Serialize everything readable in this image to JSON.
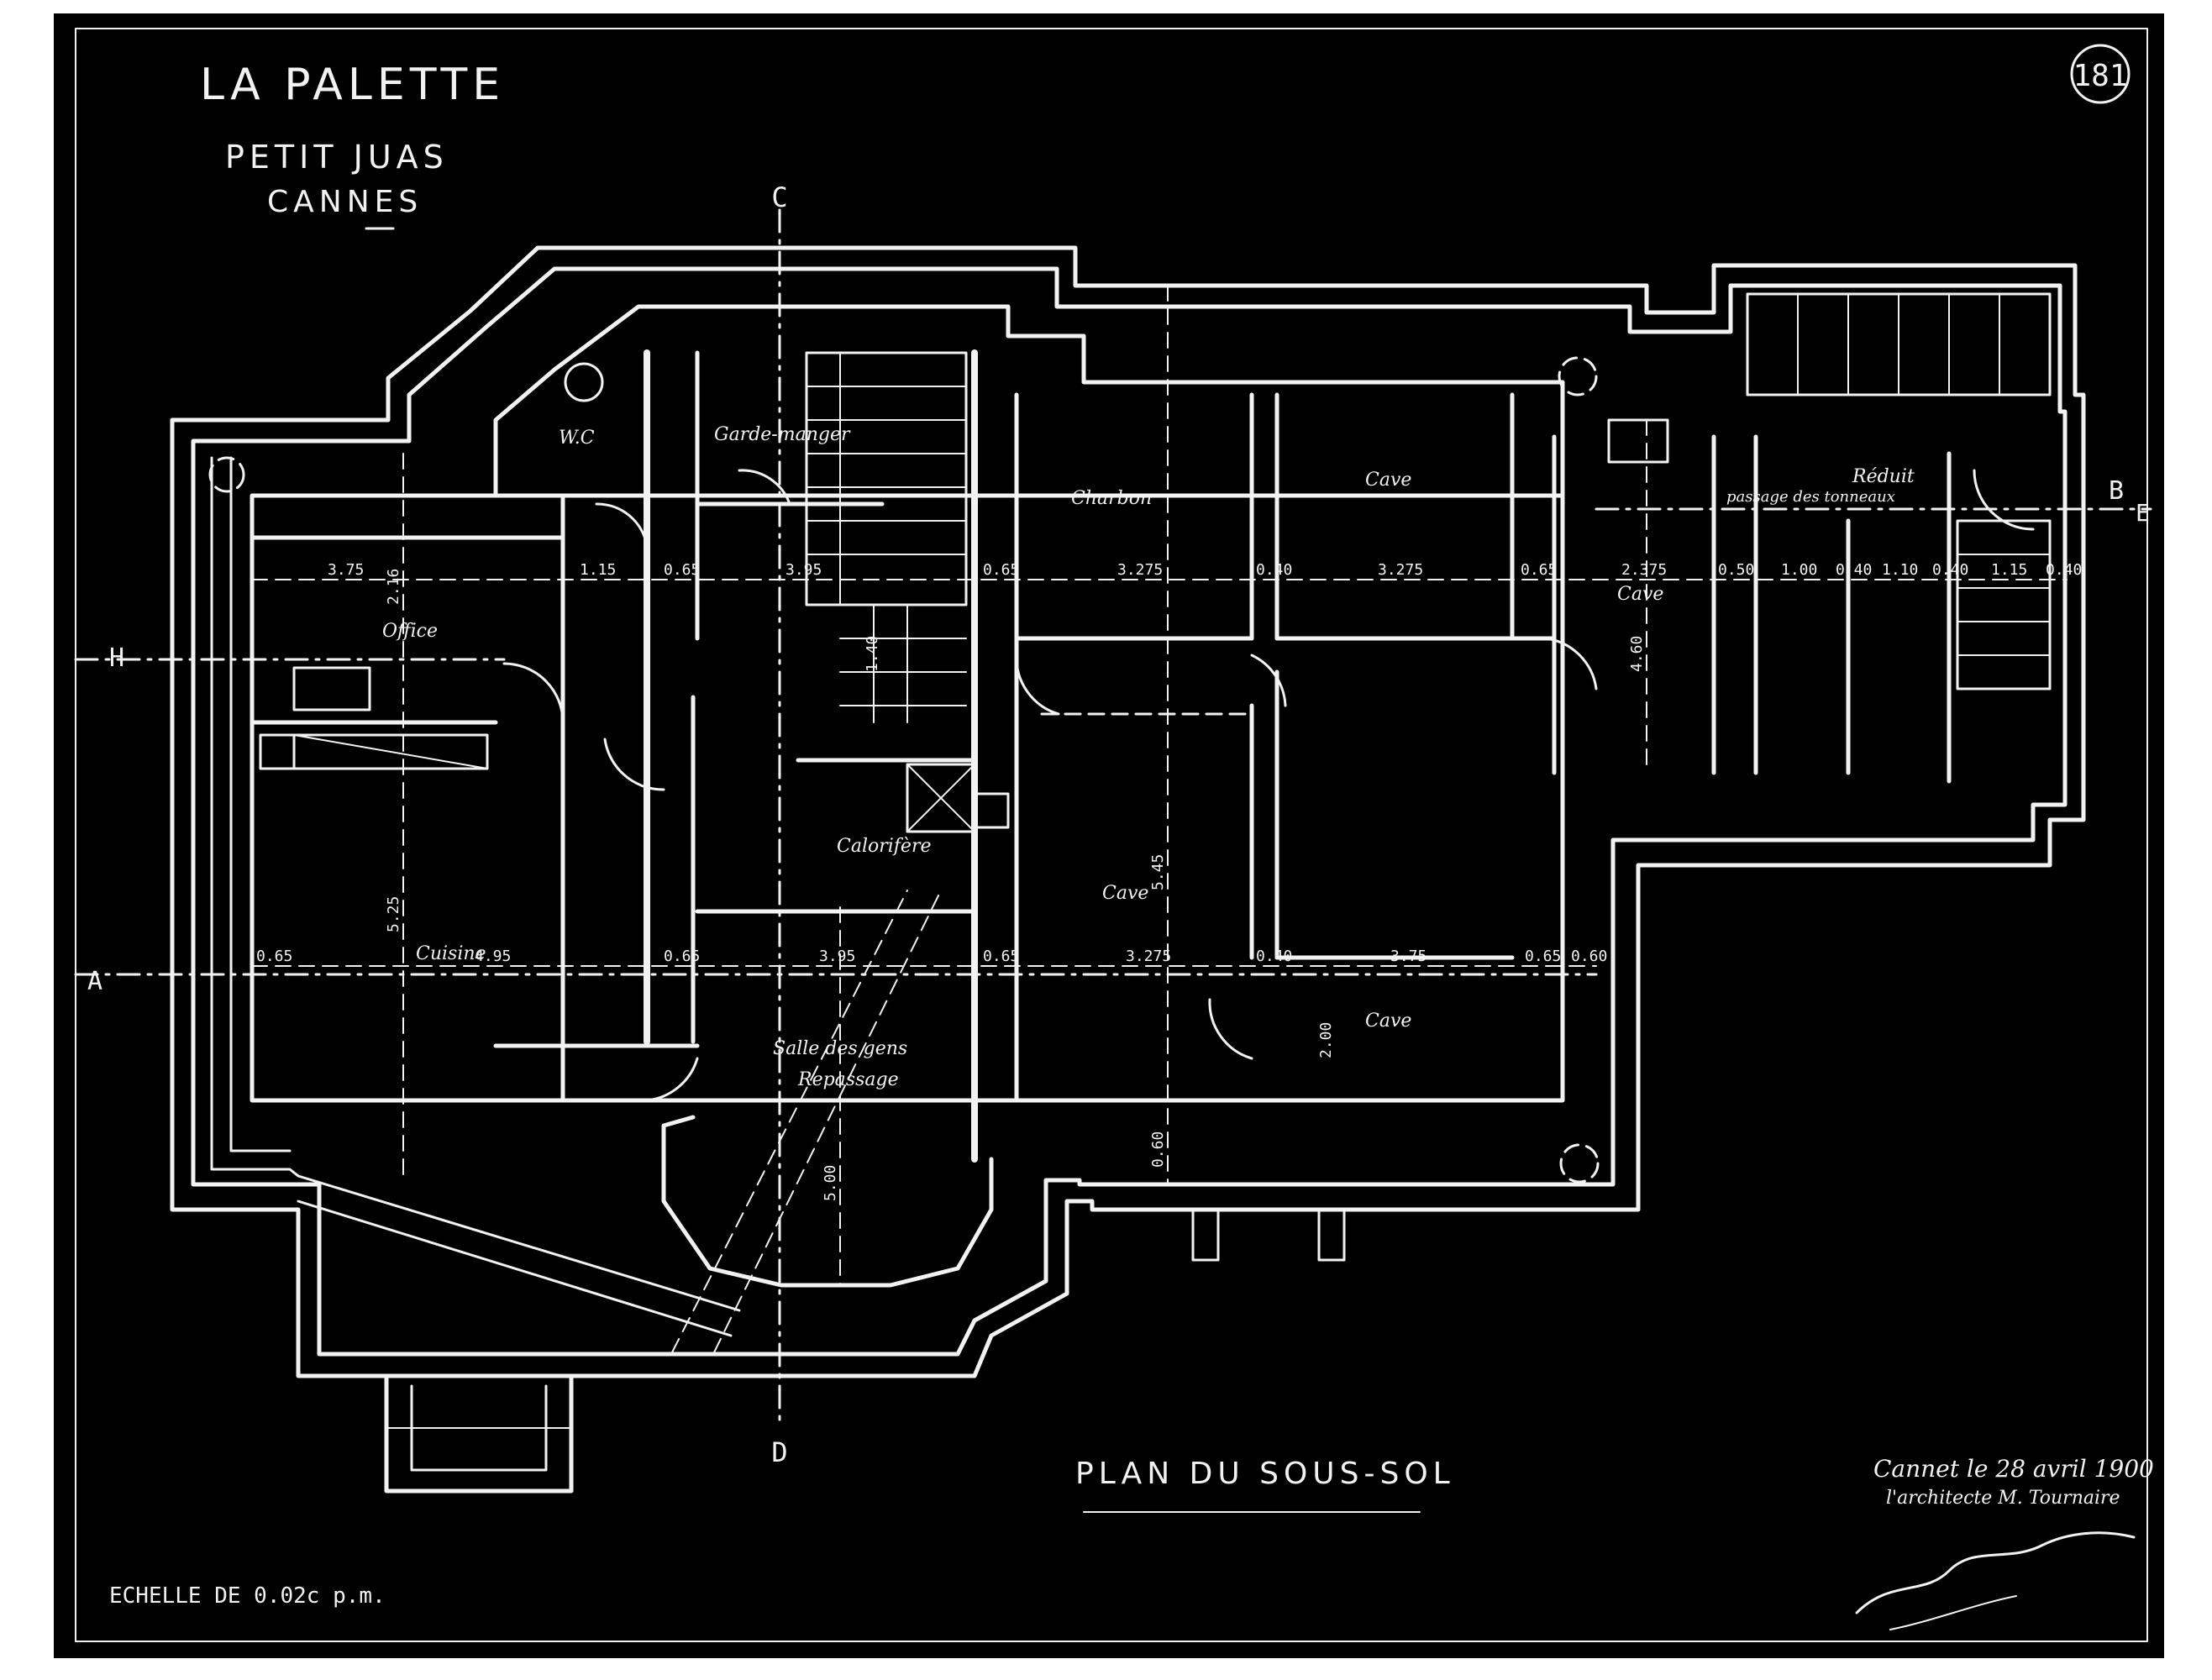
{
  "header": {
    "title": "LA PALETTE",
    "subtitle": "PETIT JUAS",
    "city": "CANNES",
    "sheet_number": "181"
  },
  "plan_title": "PLAN DU SOUS-SOL",
  "scale": "ECHELLE DE 0.02c p.m.",
  "signature": {
    "date_line": "Cannet le 28 avril 1900",
    "architect_line": "l'architecte M. Tournaire"
  },
  "section_marks": {
    "top": "C",
    "bottom": "D",
    "left_upper": "H",
    "left_lower": "A",
    "right": "B",
    "right_edge": "E"
  },
  "rooms": [
    {
      "label": "W.C"
    },
    {
      "label": "Garde-manger"
    },
    {
      "label": "Charbon"
    },
    {
      "label": "Cave"
    },
    {
      "label": "Réduit"
    },
    {
      "label": "passage des tonneaux"
    },
    {
      "label": "Office"
    },
    {
      "label": "Cave"
    },
    {
      "label": "Calorifère"
    },
    {
      "label": "Cave"
    },
    {
      "label": "Cuisine"
    },
    {
      "label": "Salle des gens"
    },
    {
      "label": "Repassage"
    },
    {
      "label": "Cave"
    }
  ],
  "dimensions": {
    "upper_row": [
      "3.75",
      "1.15",
      "0.65",
      "3.95",
      "0.65",
      "3.275",
      "0.40",
      "3.275",
      "0.65",
      "2.375",
      "0.50",
      "1.00",
      "0.40",
      "1.10",
      "0.40",
      "1.15",
      "0.40"
    ],
    "lower_row": [
      "0.65",
      "4.95",
      "0.65",
      "3.95",
      "0.65",
      "3.275",
      "0.40",
      "3.75",
      "0.65",
      "0.60"
    ],
    "vertical": [
      "2.16",
      "5.25",
      "5.45",
      "4.60",
      "5.00",
      "0.60",
      "2.00",
      "1.40"
    ]
  },
  "colors": {
    "paper": "#000000",
    "ink": "#f2f2f2",
    "margin": "#ffffff"
  }
}
